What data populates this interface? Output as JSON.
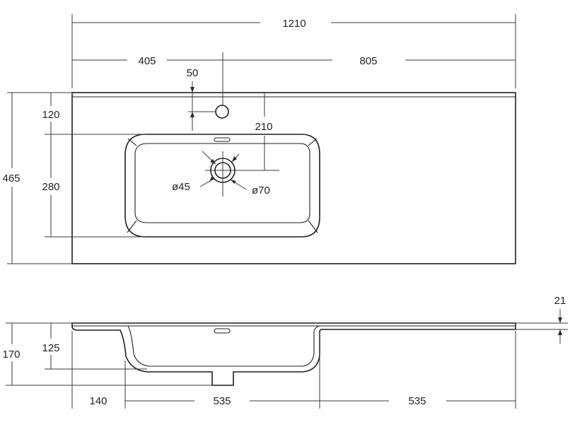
{
  "colors": {
    "line": "#1f1f1f",
    "dimension": "#3a3a3a",
    "text": "#222222",
    "background": "#ffffff"
  },
  "plan_view": {
    "overall_width": "1210",
    "left_offset": "405",
    "right_offset": "805",
    "tap_hole_offset": "50",
    "front_to_bowl": "120",
    "tap_to_drain": "210",
    "depth": "465",
    "bowl_depth": "280",
    "drain_diameter": "ø45",
    "drain_outer_diameter": "ø70"
  },
  "section_view": {
    "deck_thickness": "21",
    "total_height": "170",
    "bowl_height": "125",
    "left_margin": "140",
    "bowl_width": "535",
    "right_deck": "535"
  }
}
